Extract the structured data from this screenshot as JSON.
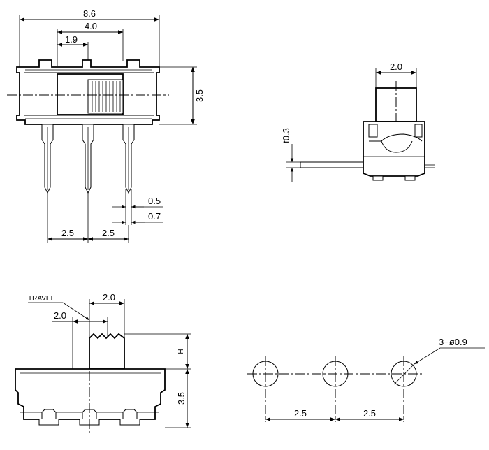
{
  "front_view": {
    "dim_width": "8.6",
    "dim_actuator_span": "4.0",
    "dim_actuator": "1.9",
    "dim_height": "3.5",
    "dim_pin_width_a": "0.5",
    "dim_pin_width_b": "0.7",
    "dim_pitch_left": "2.5",
    "dim_pitch_right": "2.5"
  },
  "side_view": {
    "dim_actuator_width": "2.0",
    "dim_terminal_thickness": "t0.3"
  },
  "bottom_view": {
    "label_travel": "TRAVEL",
    "dim_travel": "2.0",
    "dim_actuator_width": "2.0",
    "dim_h": "H",
    "dim_height": "3.5"
  },
  "pcb_layout": {
    "hole_callout": "3−ø0.9",
    "dim_pitch_left": "2.5",
    "dim_pitch_right": "2.5"
  }
}
